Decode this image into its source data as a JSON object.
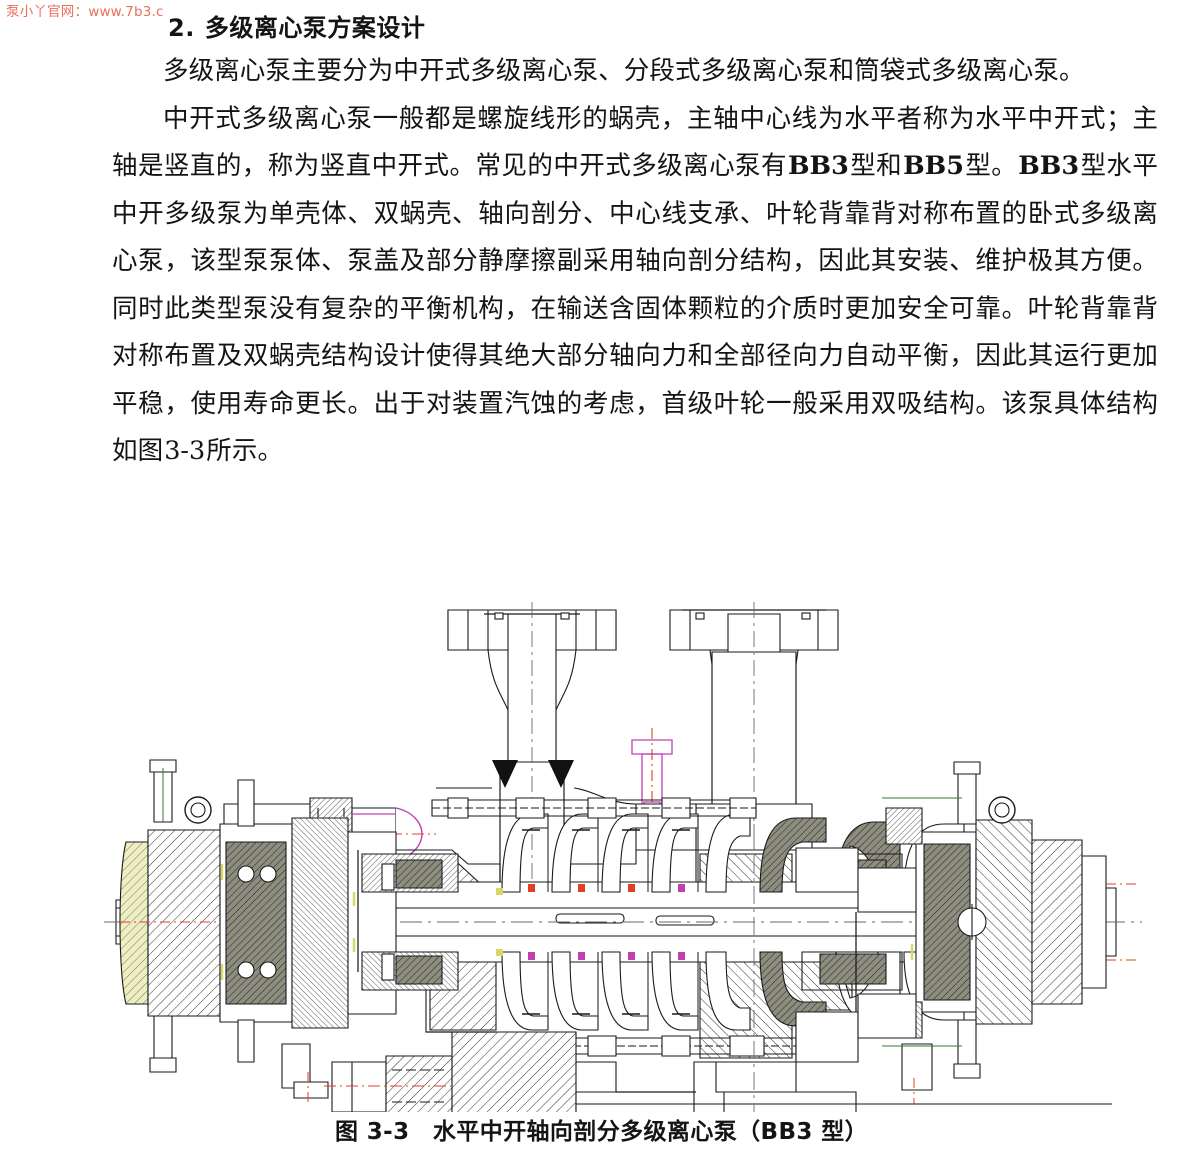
{
  "watermark": {
    "text": "泵小丫官网：www.7b3.c"
  },
  "heading": {
    "number": "2.",
    "title": "多级离心泵方案设计"
  },
  "paragraphs": [
    {
      "id": "p1",
      "text": "多级离心泵主要分为中开式多级离心泵、分段式多级离心泵和筒袋式多级离心泵。"
    },
    {
      "id": "p2",
      "segments": [
        {
          "type": "cjk",
          "text": "中开式多级离心泵一般都是螺旋线形的蜗壳，主轴中心线为水平者称为水平中开式；主轴是竖直的，称为竖直中开式。常见的中开式多级离心泵有"
        },
        {
          "type": "latin-bold",
          "text": "BB3"
        },
        {
          "type": "cjk",
          "text": "型和"
        },
        {
          "type": "latin-bold",
          "text": "BB5"
        },
        {
          "type": "cjk",
          "text": "型。"
        },
        {
          "type": "latin-bold",
          "text": "BB3"
        },
        {
          "type": "cjk",
          "text": "型水平中开多级泵为单壳体、双蜗壳、轴向剖分、中心线支承、叶轮背靠背对称布置的卧式多级离心泵，该型泵泵体、泵盖及部分静摩擦副采用轴向剖分结构，因此其安装、维护极其方便。同时此类型泵没有复杂的平衡机构，在输送含固体颗粒的介质时更加安全可靠。叶轮背靠背对称布置及双蜗壳结构设计使得其绝大部分轴向力和全部径向力自动平衡，因此其运行更加平稳，使用寿命更长。出于对装置汽蚀的考虑，首级叶轮一般采用双吸结构。该泵具体结构如图"
        },
        {
          "type": "latin",
          "text": "3-3"
        },
        {
          "type": "cjk",
          "text": "所示。"
        }
      ]
    }
  ],
  "figure": {
    "name": "horizontal-split-multistage-centrifugal-pump-sectional-drawing",
    "caption_label": "图 3-3",
    "caption_title": "水平中开轴向剖分多级离心泵（BB3 型）",
    "caption_full": "图 3-3　水平中开轴向剖分多级离心泵（BB3 型）",
    "description": "CAD sectional assembly drawing of a BB3 type horizontally split axially-split multistage centrifugal pump, showing suction and discharge nozzle flanges on top, back-to-back impeller arrangement on the central shaft, bearing housings at both ends, and drain ports below.",
    "colors": {
      "line": "#1a1a1a",
      "centerline_red": "#e04020",
      "accent_magenta": "#c040b0",
      "accent_green": "#2f7a35",
      "accent_yellow": "#d8d86a",
      "hatch_fill": "#cfcfc4",
      "dark_fill": "#7a7a6e",
      "paper": "#ffffff"
    }
  }
}
